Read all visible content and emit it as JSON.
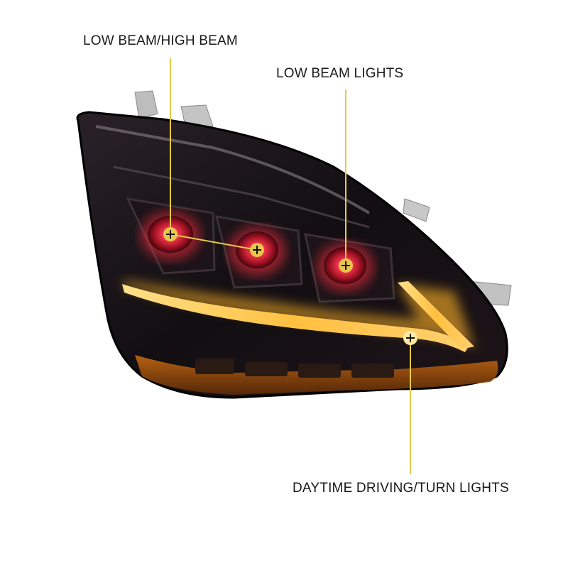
{
  "callouts": {
    "low_high_beam": "LOW BEAM/HIGH BEAM",
    "low_beam_lights": "LOW BEAM LIGHTS",
    "drl_turn": "DAYTIME DRIVING/TURN LIGHTS"
  },
  "colors": {
    "background": "#ffffff",
    "housing": "#141014",
    "projector_red": "#e0283c",
    "drl_amber": "#ffb428",
    "callout_line": "#e8c84a",
    "label_text": "#1a1a1a"
  }
}
